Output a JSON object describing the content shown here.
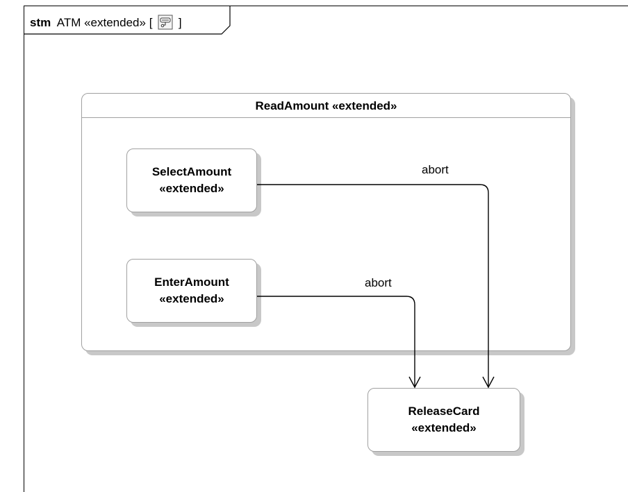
{
  "frame": {
    "kind": "stm",
    "name": "ATM «extended»",
    "bracket_open": "[",
    "bracket_close": "]",
    "icon": "state-machine-diagram-icon"
  },
  "states": {
    "read_amount": {
      "name": "ReadAmount «extended»"
    },
    "select_amount": {
      "name": "SelectAmount",
      "stereotype": "«extended»"
    },
    "enter_amount": {
      "name": "EnterAmount",
      "stereotype": "«extended»"
    },
    "release_card": {
      "name": "ReleaseCard",
      "stereotype": "«extended»"
    }
  },
  "transitions": [
    {
      "from": "SelectAmount",
      "to": "ReleaseCard",
      "label": "abort"
    },
    {
      "from": "EnterAmount",
      "to": "ReleaseCard",
      "label": "abort"
    }
  ],
  "colors": {
    "border": "#a0a0a0",
    "shadow": "#c8c8c8",
    "line": "#000000"
  }
}
